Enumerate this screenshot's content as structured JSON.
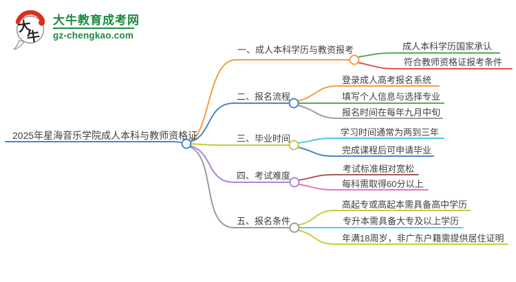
{
  "logo": {
    "mark_characters": "大牛",
    "title": "大牛教育成考网",
    "domain": "gz-chengkao.com",
    "green": "#1b8a3d",
    "red": "#dd2c1e"
  },
  "mindmap": {
    "root": {
      "label": "2025年星海音乐学院成人本科与教师资格证",
      "color": "#4189cd"
    },
    "branches": [
      {
        "label": "一、成人本科学历与教资报考",
        "color": "#f79b3f",
        "children": [
          {
            "label": "成人本科学历国家承认",
            "color": "#4fae52"
          },
          {
            "label": "符合教师资格证报考条件",
            "color": "#e05252"
          }
        ]
      },
      {
        "label": "二、报名流程",
        "color": "#4189cd",
        "children": [
          {
            "label": "登录成人高考报名系统",
            "color": "#f79b3f"
          },
          {
            "label": "填写个人信息与选择专业",
            "color": "#4fae52"
          },
          {
            "label": "报名时间在每年九月中旬",
            "color": "#9b9b9b"
          }
        ]
      },
      {
        "label": "三、毕业时间",
        "color": "#c2c93d",
        "children": [
          {
            "label": "学习时间通常为两到三年",
            "color": "#4fc8dd"
          },
          {
            "label": "完成课程后可申请毕业",
            "color": "#4486c7"
          }
        ]
      },
      {
        "label": "四、考试难度",
        "color": "#ab84d7",
        "children": [
          {
            "label": "考试标准相对宽松",
            "color": "#9c6058"
          },
          {
            "label": "每科需取得60分以上",
            "color": "#ee6fc0"
          }
        ]
      },
      {
        "label": "五、报名条件",
        "color": "#9b9b9b",
        "children": [
          {
            "label": "高起专或高起本需具备高中学历",
            "color": "#c6cc3f"
          },
          {
            "label": "专升本需具备大专及以上学历",
            "color": "#3fd4e5"
          },
          {
            "label": "年满18周岁，非广东户籍需提供居住证明",
            "color": "#c6cc3f"
          }
        ]
      }
    ]
  }
}
